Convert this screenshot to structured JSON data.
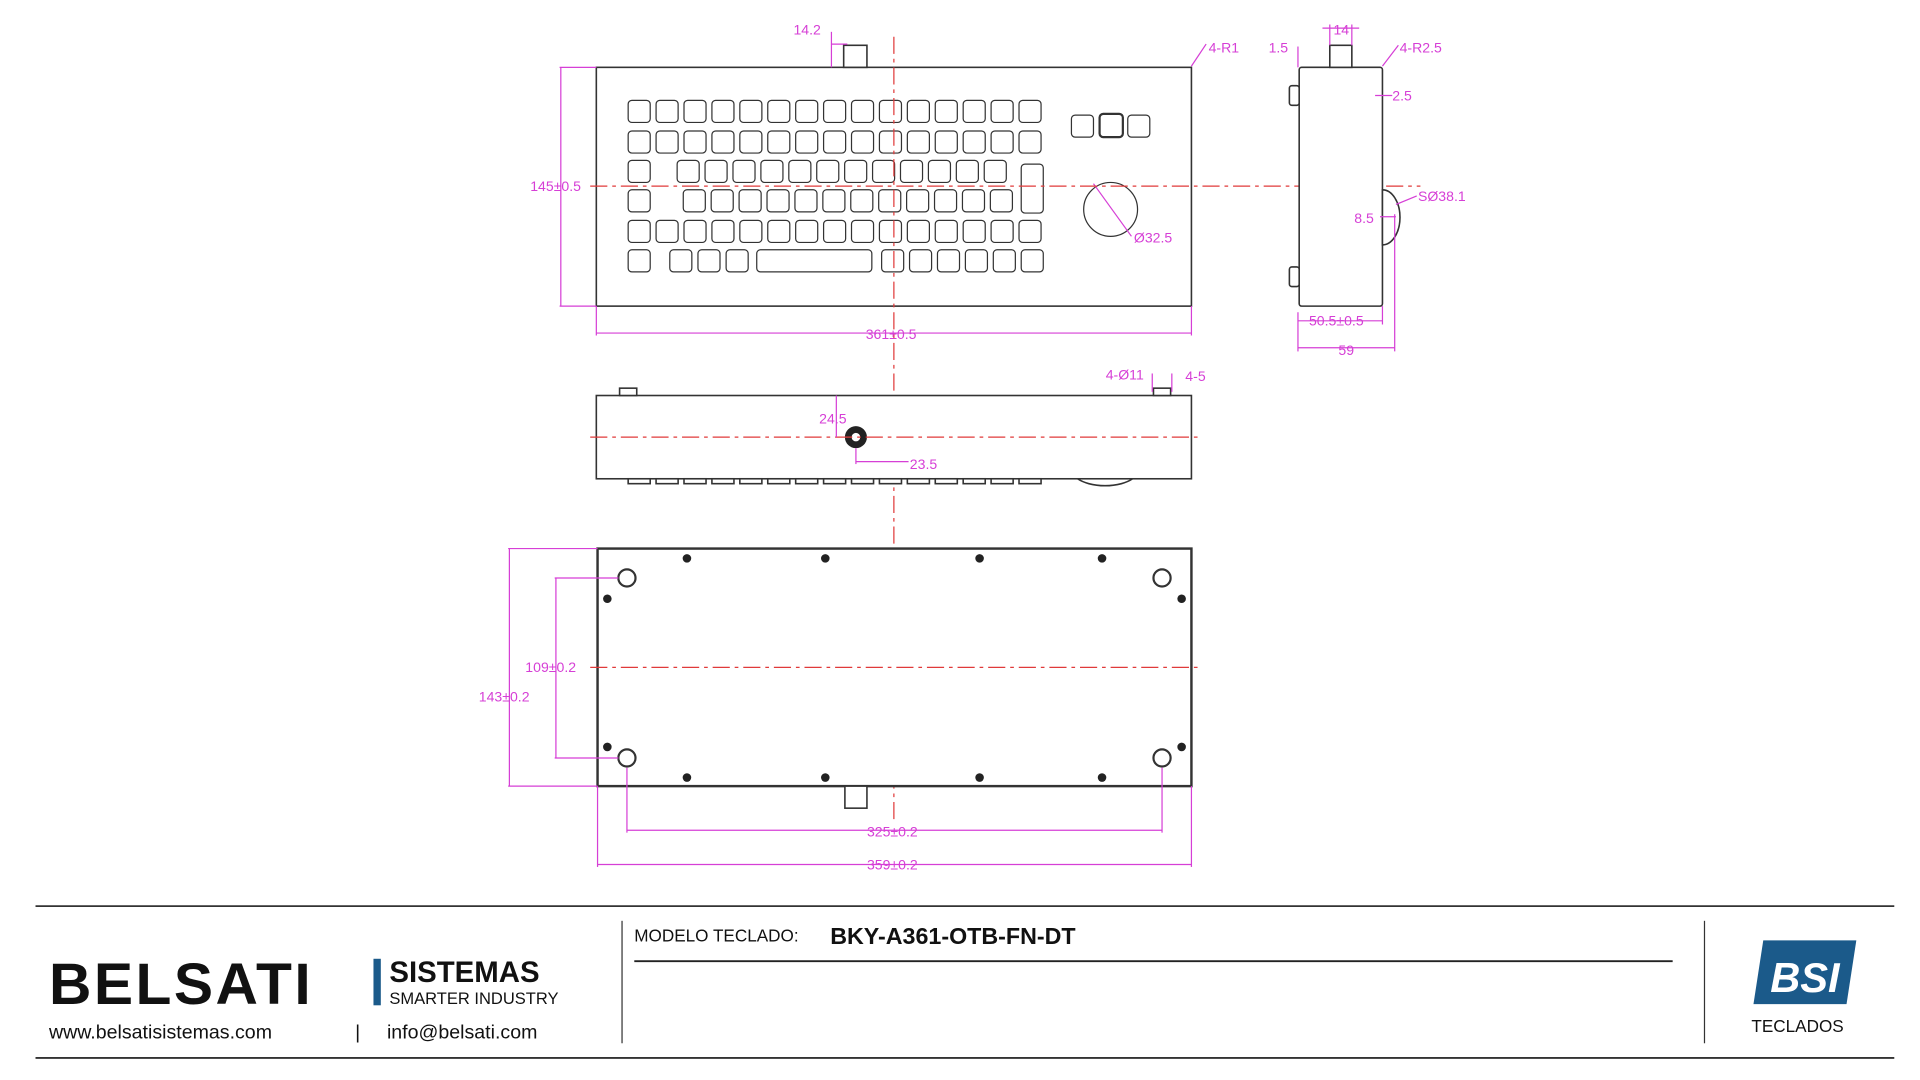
{
  "dims": {
    "top_connector": "14.2",
    "corner_radius": "4-R1",
    "height": "145±0.5",
    "trackball_dia": "Ø32.5",
    "width": "361±0.5",
    "side_offset": "1.5",
    "side_connector": "14",
    "side_radius": "4-R2.5",
    "side_key_height": "2.5",
    "ball_sphere": "SØ38.1",
    "ball_protrusion": "8.5",
    "depth": "50.5±0.5",
    "total_depth": "59",
    "feet": "4-Ø11",
    "feet_height": "4-5",
    "cable_height": "24.5",
    "cable_offset": "23.5",
    "hole_spacing_v": "109±0.2",
    "bottom_height": "143±0.2",
    "hole_spacing_h": "325±0.2",
    "bottom_width": "359±0.2"
  },
  "footer": {
    "brand": "BELSATI",
    "brand_sub1": "SISTEMAS",
    "brand_sub2": "SMARTER INDUSTRY",
    "website": "www.belsatisistemas.com",
    "separator": "|",
    "email": "info@belsati.com",
    "model_label": "MODELO TECLADO:",
    "model_value": "BKY-A361-OTB-FN-DT",
    "logo_text": "BSI",
    "category": "TECLADOS",
    "brand_color": "#1b5a8a"
  }
}
